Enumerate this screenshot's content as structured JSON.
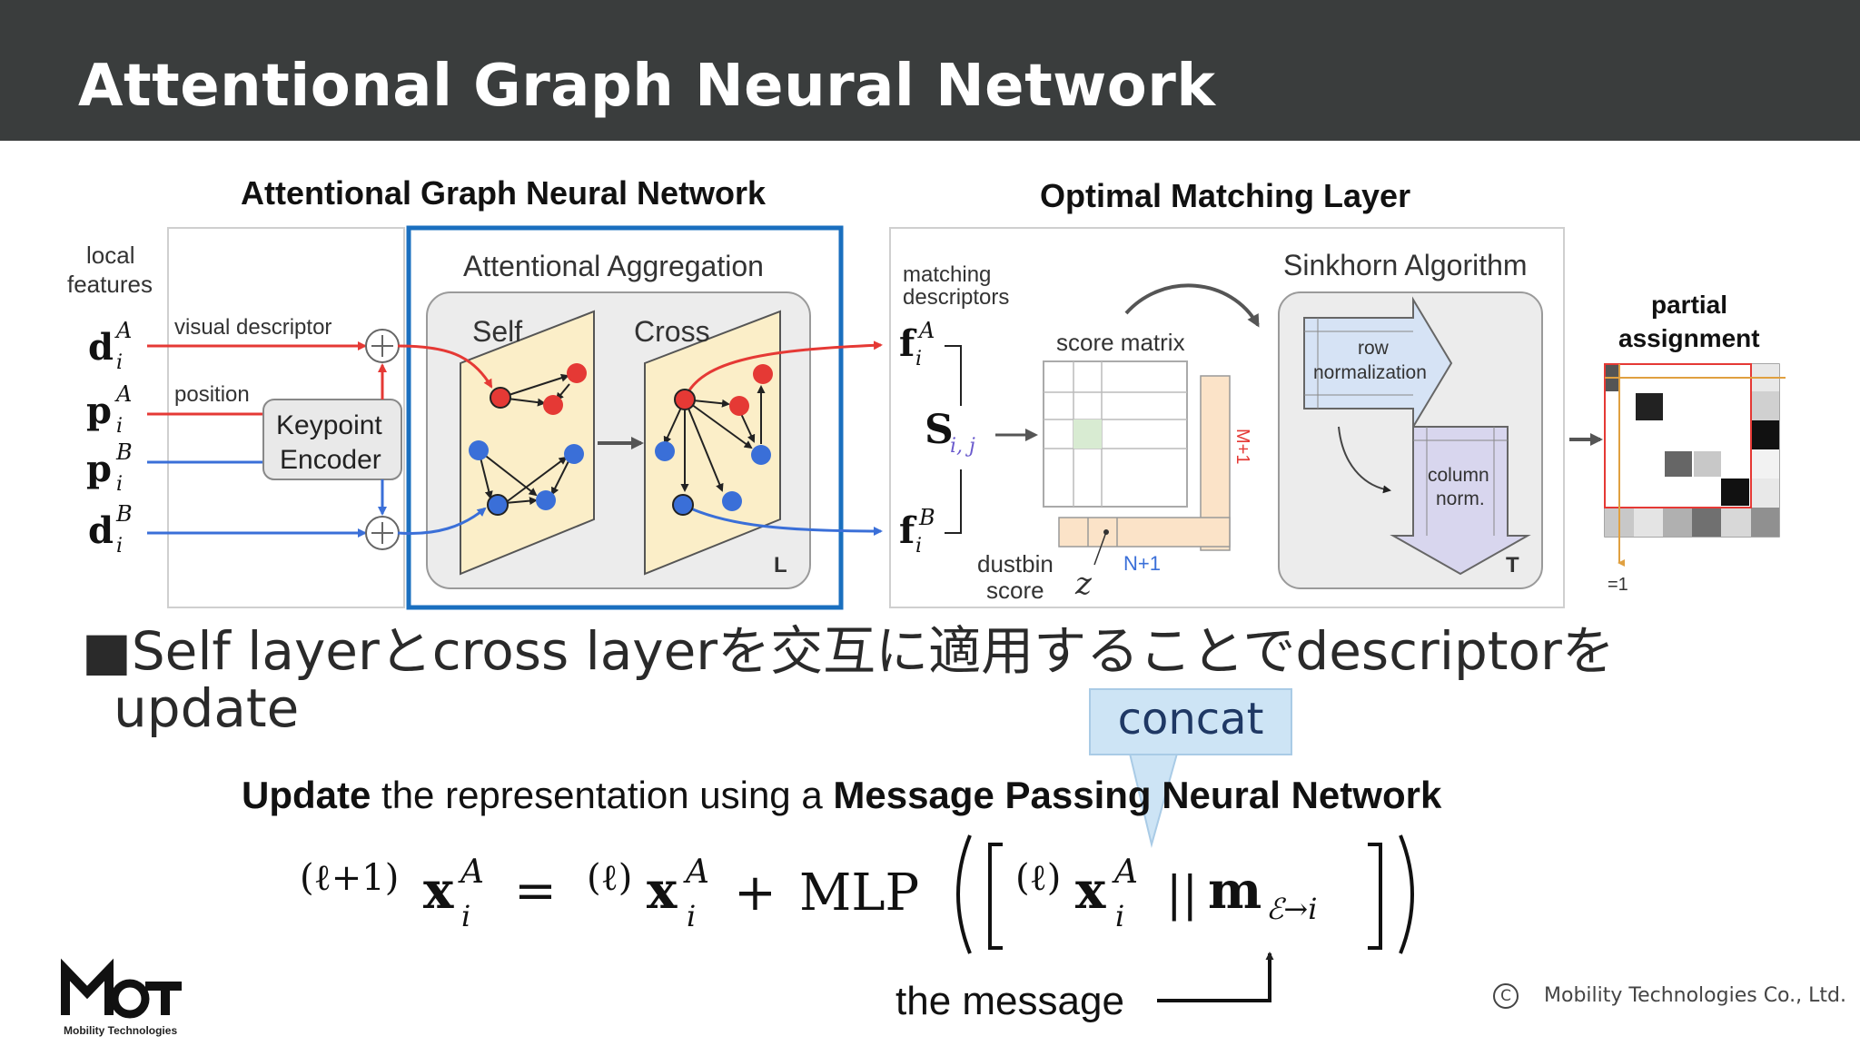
{
  "slide": {
    "title": "Attentional Graph Neural Network",
    "bullet_marker": "■",
    "bullet_line1": "Self layerとcross layerを交互に適用することでdescriptorを",
    "bullet_line2": "update",
    "callout": "concat",
    "update_prefix_bold": "Update",
    "update_mid": " the representation using a ",
    "update_suffix_bold": "Message Passing Neural Network",
    "equation": {
      "lhs_prefix": "(ℓ+1)",
      "x": "x",
      "sub_i": "i",
      "sup_A": "A",
      "equals": "=",
      "rhs_prefix": "(ℓ)",
      "plus": "+",
      "mlp": "MLP",
      "inner_prefix": "(ℓ)",
      "concat_bars": "||",
      "m": "m",
      "m_sub": "ℰ→i"
    },
    "message_label": "the message",
    "company": "Mobility Technologies Co., Ltd.",
    "copyright_symbol": "C",
    "logo_text": "MoT",
    "logo_sub": "Mobility Technologies"
  },
  "figure": {
    "left_title": "Attentional Graph Neural Network",
    "right_title": "Optimal Matching Layer",
    "local_features_1": "local",
    "local_features_2": "features",
    "inputs": [
      "d",
      "p",
      "p",
      "d"
    ],
    "input_sups": [
      "A",
      "A",
      "B",
      "B"
    ],
    "input_sub": "i",
    "visual_descriptor": "visual descriptor",
    "position": "position",
    "keypoint_encoder_1": "Keypoint",
    "keypoint_encoder_2": "Encoder",
    "attentional_aggregation": "Attentional Aggregation",
    "self_label": "Self",
    "cross_label": "Cross",
    "L_label": "L",
    "matching_descriptors_1": "matching",
    "matching_descriptors_2": "descriptors",
    "f": "f",
    "f_sups": [
      "A",
      "B"
    ],
    "S": "S",
    "S_sub": "i, j",
    "score_matrix": "score matrix",
    "M_plus_1": "M+1",
    "N_plus_1": "N+1",
    "dustbin_1": "dustbin",
    "dustbin_2": "score",
    "z": "z",
    "sinkhorn": "Sinkhorn Algorithm",
    "row_norm_1": "row",
    "row_norm_2": "normalization",
    "col_norm_1": "column",
    "col_norm_2": "norm.",
    "T_label": "T",
    "partial_1": "partial",
    "partial_2": "assignment",
    "eq1": "=1"
  },
  "colors": {
    "header_bg": "#3a3d3d",
    "red": "#e53935",
    "blue": "#3a6fd8",
    "highlight_box": "#1a6fbf",
    "plane_fill": "#fbeec8",
    "callout_fill": "#cde4f5"
  }
}
